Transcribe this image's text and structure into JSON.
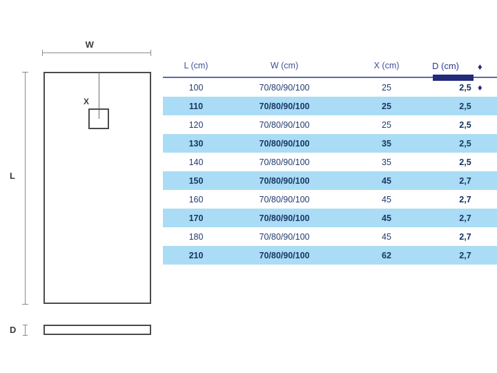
{
  "drawing": {
    "width_label": "W",
    "length_label": "L",
    "depth_label": "D",
    "drain_label": "X"
  },
  "legend": {
    "depth_title": "D (cm)",
    "arrow_down": "♦",
    "arrow_up": "♦",
    "bar_color": "#222a7a"
  },
  "table": {
    "headers": [
      "L (cm)",
      "W (cm)",
      "X (cm)",
      "D (cm)"
    ],
    "rows": [
      {
        "l": "100",
        "w": "70/80/90/100",
        "x": "25",
        "d": "2,5",
        "striped": false
      },
      {
        "l": "110",
        "w": "70/80/90/100",
        "x": "25",
        "d": "2,5",
        "striped": true
      },
      {
        "l": "120",
        "w": "70/80/90/100",
        "x": "25",
        "d": "2,5",
        "striped": false
      },
      {
        "l": "130",
        "w": "70/80/90/100",
        "x": "35",
        "d": "2,5",
        "striped": true
      },
      {
        "l": "140",
        "w": "70/80/90/100",
        "x": "35",
        "d": "2,5",
        "striped": false
      },
      {
        "l": "150",
        "w": "70/80/90/100",
        "x": "45",
        "d": "2,7",
        "striped": true
      },
      {
        "l": "160",
        "w": "70/80/90/100",
        "x": "45",
        "d": "2,7",
        "striped": false
      },
      {
        "l": "170",
        "w": "70/80/90/100",
        "x": "45",
        "d": "2,7",
        "striped": true
      },
      {
        "l": "180",
        "w": "70/80/90/100",
        "x": "45",
        "d": "2,7",
        "striped": false
      },
      {
        "l": "210",
        "w": "70/80/90/100",
        "x": "62",
        "d": "2,7",
        "striped": true
      }
    ]
  },
  "colors": {
    "stripe": "#aadcf5",
    "header_text": "#3f4f96",
    "header_rule": "#5a6aa8",
    "body_text": "#1f3a6e",
    "drawing_stroke": "#4a4a4a",
    "dimension_line": "#8a8a8a"
  }
}
